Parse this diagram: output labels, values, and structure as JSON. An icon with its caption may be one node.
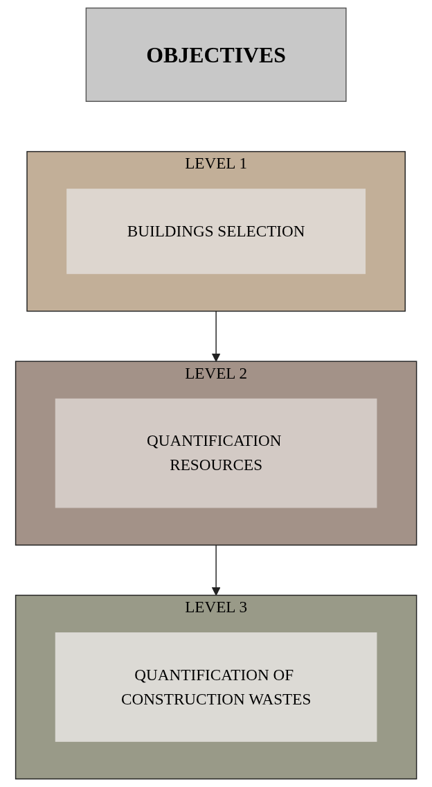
{
  "diagram": {
    "nodes": [
      {
        "text": [
          "OBJECTIVES"
        ]
      },
      {
        "text": [
          "LEVEL 1"
        ]
      },
      {
        "text": [
          "BUILDINGS SELECTION"
        ],
        "in": 1
      },
      {
        "text": [
          "LEVEL 2"
        ]
      },
      {
        "text": [
          "QUANTIFICATION RESOURCES"
        ],
        "in": 3
      },
      {
        "text": [
          "LEVEL 3"
        ]
      },
      {
        "text": [
          "QUANTIFICATION OF CONSTRUCTION WASTES"
        ],
        "in": 5
      }
    ],
    "edges": [
      {
        "from": 1,
        "to": 3,
        "arrow": "to"
      },
      {
        "from": 3,
        "to": 5,
        "arrow": "to"
      }
    ]
  }
}
